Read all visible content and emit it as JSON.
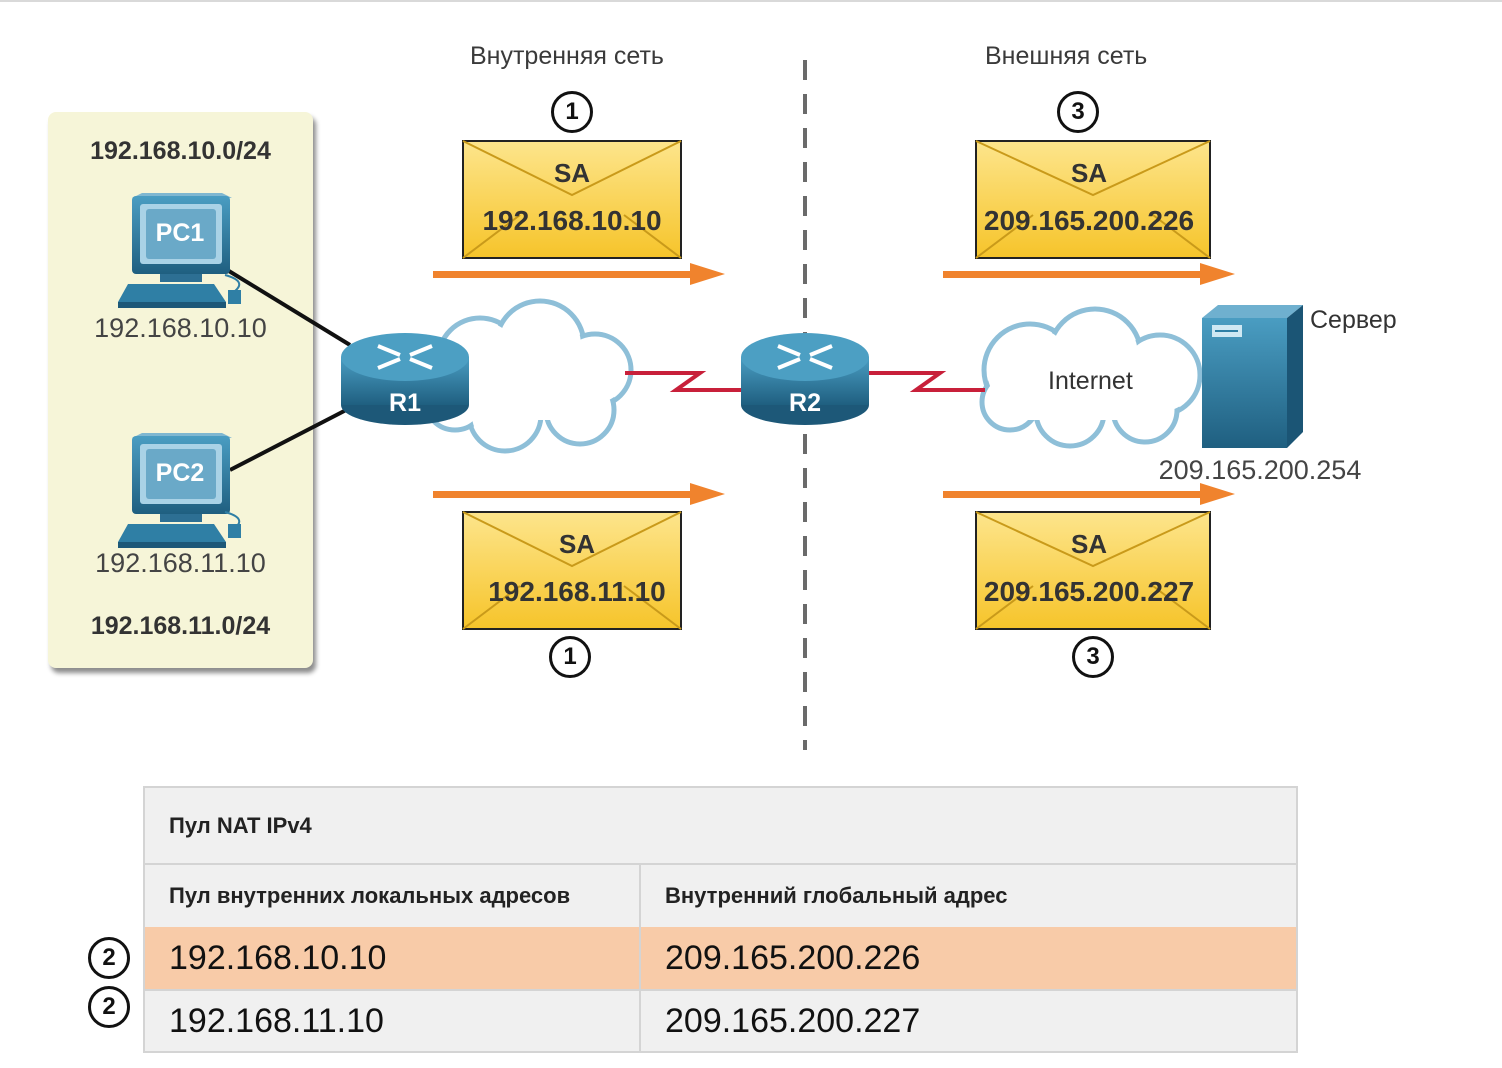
{
  "zones": {
    "inside_label": "Внутренняя сеть",
    "outside_label": "Внешняя сеть"
  },
  "lan": {
    "subnet_top": "192.168.10.0/24",
    "subnet_bottom": "192.168.11.0/24",
    "pc1": {
      "name": "PC1",
      "ip": "192.168.10.10"
    },
    "pc2": {
      "name": "PC2",
      "ip": "192.168.11.10"
    }
  },
  "routers": {
    "r1": "R1",
    "r2": "R2"
  },
  "cloud_internet": "Internet",
  "server": {
    "label": "Сервер",
    "ip": "209.165.200.254"
  },
  "envelopes": {
    "inside_top": {
      "header": "SA",
      "address": "192.168.10.10"
    },
    "inside_bottom": {
      "header": "SA",
      "address": "192.168.11.10"
    },
    "outside_top": {
      "header": "SA",
      "address": "209.165.200.226"
    },
    "outside_bottom": {
      "header": "SA",
      "address": "209.165.200.227"
    }
  },
  "steps": {
    "inside": "1",
    "table": "2",
    "outside": "3"
  },
  "nat_table": {
    "title": "Пул NAT IPv4",
    "headers": [
      "Пул внутренних локальных адресов",
      "Внутренний глобальный адрес"
    ],
    "rows": [
      {
        "local": "192.168.10.10",
        "global": "209.165.200.226",
        "highlight": true
      },
      {
        "local": "192.168.11.10",
        "global": "209.165.200.227",
        "highlight": false
      }
    ]
  },
  "colors": {
    "arrow": "#f0832d",
    "envelope": "#f8cc3a",
    "highlight_row": "#f8cba8",
    "device": "#2f7fa5",
    "serial_link": "#c8203a",
    "lan_panel": "#f6f5d8"
  }
}
